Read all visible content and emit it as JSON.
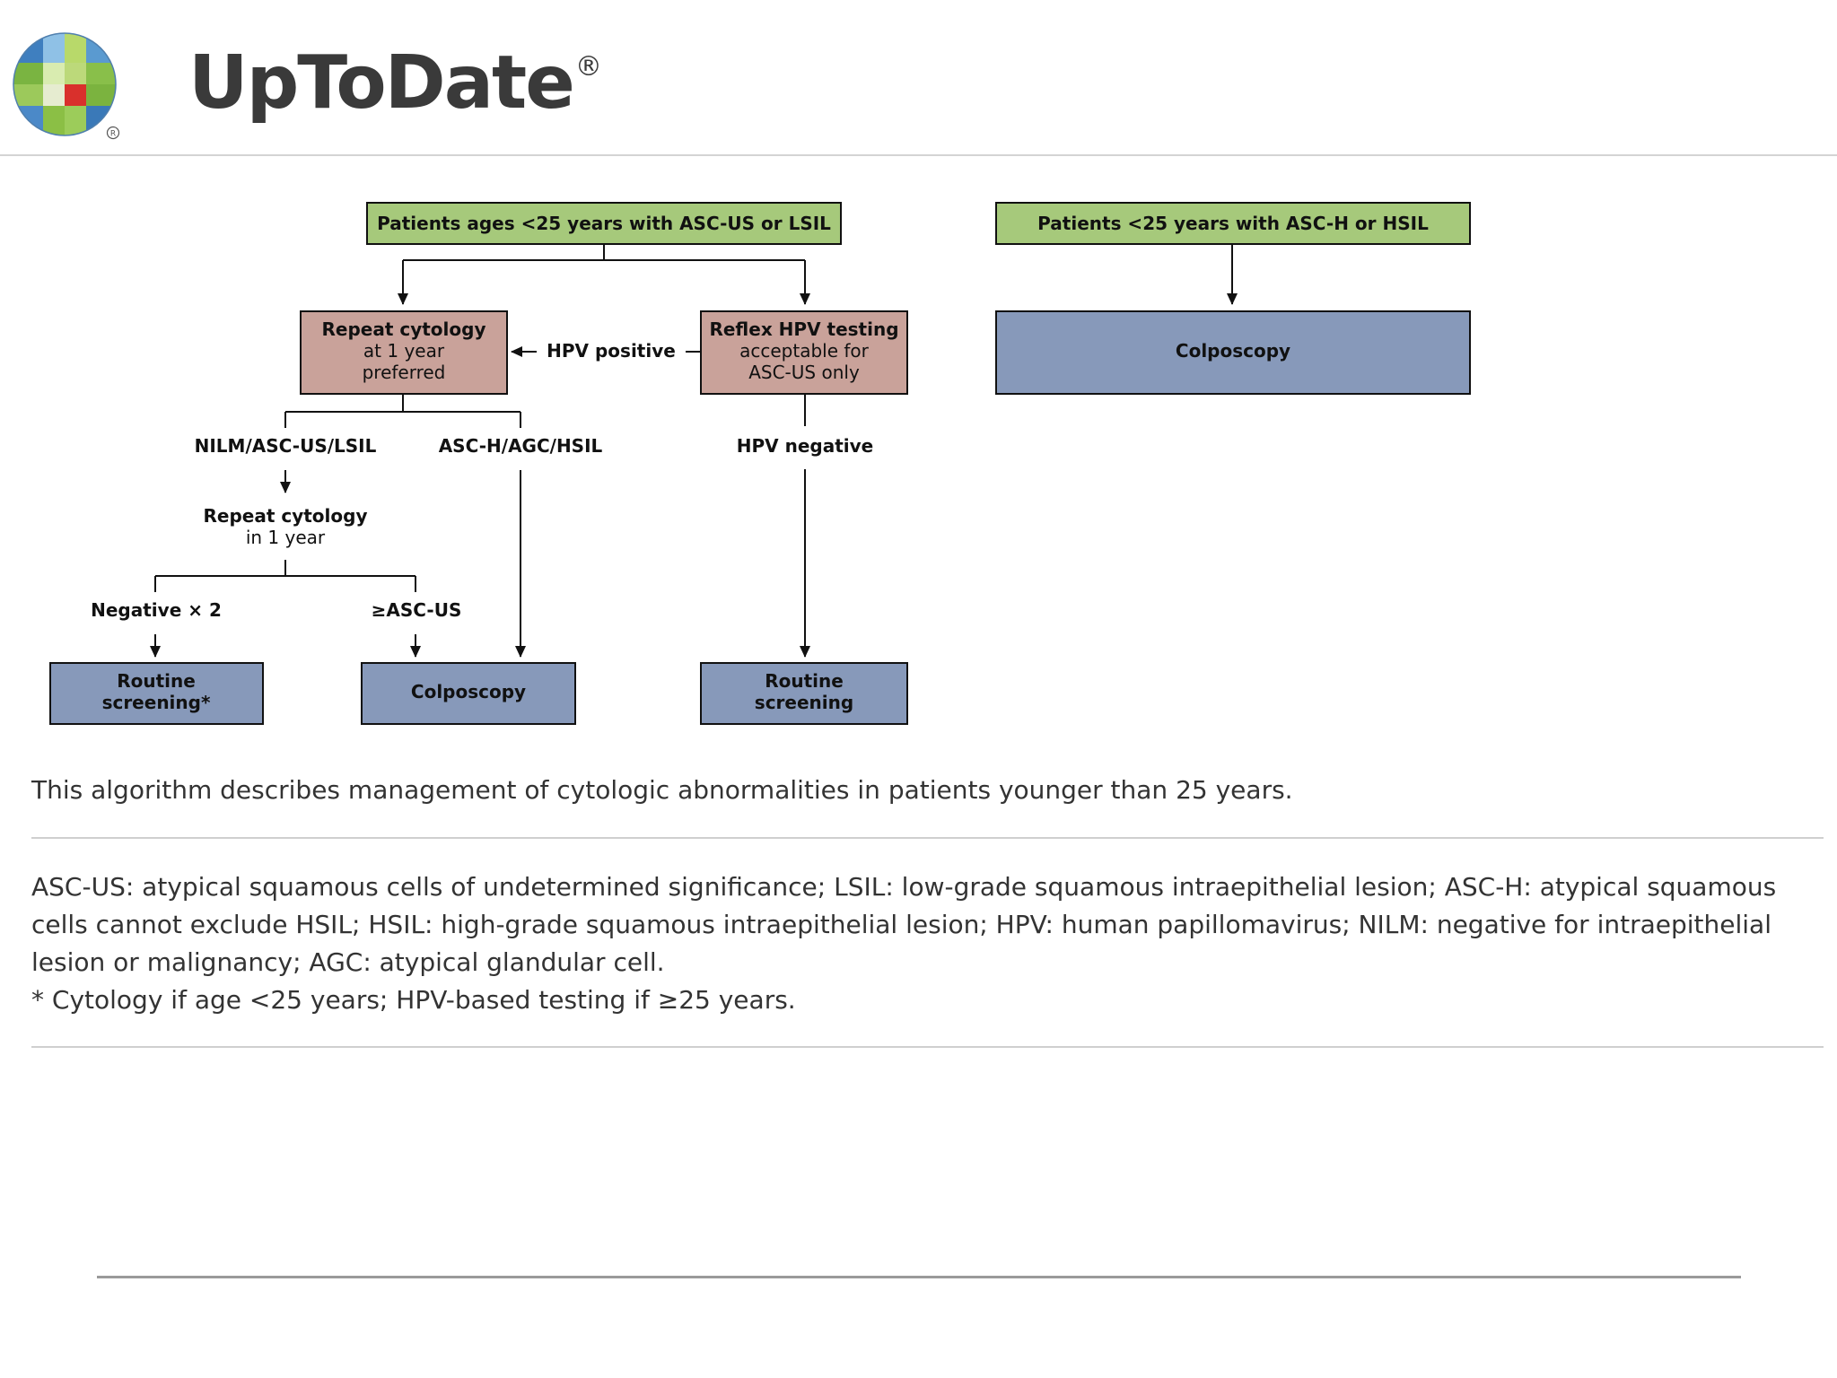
{
  "brand": {
    "name": "UpToDate",
    "registered": "®"
  },
  "colors": {
    "green": "#a6c97b",
    "rose": "#c9a29a",
    "blue": "#8799ba",
    "line": "#111111"
  },
  "diagram": {
    "left_start": "Patients ages <25 years with ASC-US or LSIL",
    "right_start": "Patients <25 years with ASC-H or HSIL",
    "repeat_cytology": {
      "line1": "Repeat cytology",
      "line2": "at 1 year",
      "line3": "preferred"
    },
    "reflex_hpv": {
      "line1": "Reflex HPV testing",
      "line2": "acceptable for",
      "line3": "ASC-US only"
    },
    "hpv_positive": "HPV positive",
    "hpv_negative": "HPV negative",
    "nilm_branch": "NILM/ASC-US/LSIL",
    "asch_branch": "ASC-H/AGC/HSIL",
    "repeat_1yr": {
      "line1": "Repeat cytology",
      "line2": "in 1 year"
    },
    "negative_x2": "Negative × 2",
    "ge_ascus": "≥ASC-US",
    "routine_star": {
      "line1": "Routine",
      "line2": "screening*"
    },
    "colposcopy_mid": "Colposcopy",
    "routine_right": {
      "line1": "Routine",
      "line2": "screening"
    },
    "colposcopy_right": "Colposcopy"
  },
  "caption": "This algorithm describes management of cytologic abnormalities in patients younger than 25 years.",
  "footnotes": {
    "abbrev": "ASC-US: atypical squamous cells of undetermined significance; LSIL: low-grade squamous intraepithelial lesion; ASC-H: atypical squamous cells cannot exclude HSIL; HSIL: high-grade squamous intraepithelial lesion; HPV: human papillomavirus; NILM: negative for intraepithelial lesion or malignancy; AGC: atypical glandular cell.",
    "star": "* Cytology if age <25 years; HPV-based testing if ≥25 years."
  }
}
